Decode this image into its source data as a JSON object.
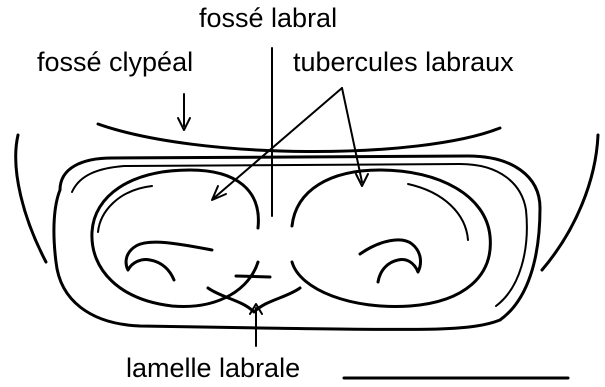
{
  "labels": {
    "fosse_labral": "fossé labral",
    "fosse_clypeal": "fossé clypéal",
    "tubercules_labraux": "tubercules labraux",
    "lamelle_labrale": "lamelle labrale"
  },
  "colors": {
    "ink": "#000000",
    "background": "#ffffff"
  }
}
